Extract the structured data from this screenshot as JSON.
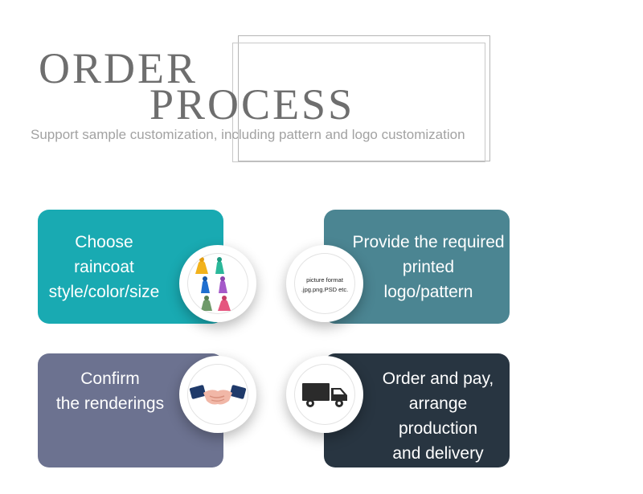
{
  "header": {
    "title_line1": "ORDER",
    "title_line2": "PROCESS",
    "subtitle": "Support sample customization, including pattern and logo customization"
  },
  "steps": [
    {
      "lines": [
        "Choose raincoat",
        "style/color/size"
      ],
      "color": "#19aab2",
      "icon": "raincoats-icon"
    },
    {
      "lines": [
        "Provide the required",
        "printed",
        "logo/pattern"
      ],
      "color": "#4b8592",
      "icon": "file-format-icon"
    },
    {
      "lines": [
        "Confirm",
        "the renderings"
      ],
      "color": "#6c7290",
      "icon": "handshake-icon"
    },
    {
      "lines": [
        "Order and pay,",
        "arrange production",
        "and delivery"
      ],
      "color": "#283541",
      "icon": "delivery-truck-icon"
    }
  ],
  "format_note": {
    "line1": "picture format",
    "line2": ".jpg.png.PSD etc."
  }
}
